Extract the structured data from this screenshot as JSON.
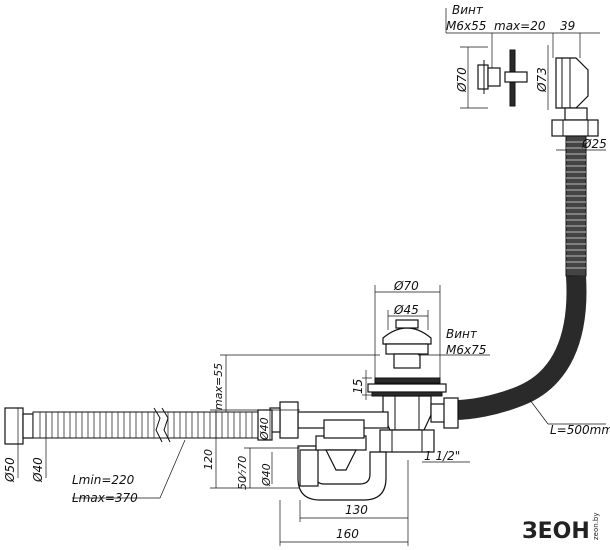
{
  "labels": {
    "screw_top_title": "Винт",
    "screw_top_size": "M6x55",
    "max_top": "max=20",
    "dim_39": "39",
    "dia_70_top": "Ø70",
    "dia_73": "Ø73",
    "dia_25": "Ø25",
    "dia_70_mid": "Ø70",
    "dia_45": "Ø45",
    "screw_mid_title": "Винт",
    "screw_mid_size": "M6x75",
    "dim_15": "15",
    "max_55": "max=55",
    "dia_40_a": "Ø40",
    "dia_40_b": "Ø40",
    "dim_120": "120",
    "dim_50_70": "50⁄₇70",
    "thread": "1 1/2\"",
    "hose_length": "L=500mm",
    "dia_50": "Ø50",
    "dia_40_left": "Ø40",
    "lmin": "Lmin=220",
    "lmax": "Lmax=370",
    "dim_130": "130",
    "dim_160": "160"
  },
  "brand": {
    "name": "ЗЕОН",
    "sub": "zeon.by"
  }
}
